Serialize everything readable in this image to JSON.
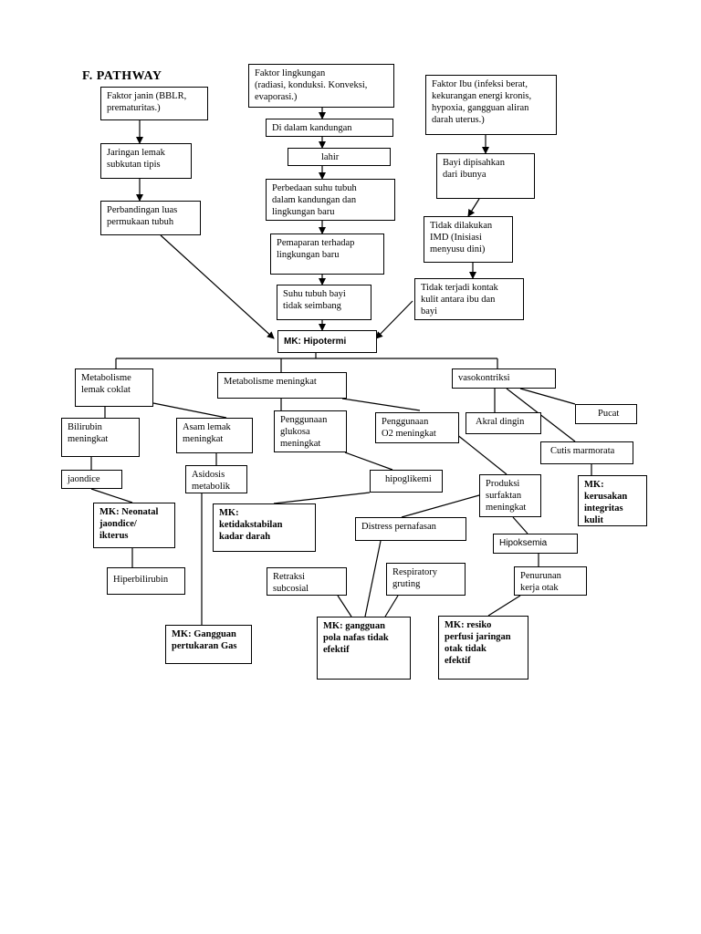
{
  "title": "F. PATHWAY",
  "nodes": {
    "faktor_janin": "Faktor janin (BBLR,\nprematuritas.)",
    "faktor_lingkungan": "Faktor lingkungan\n(radiasi, konduksi. Konveksi,\nevaporasi.)",
    "faktor_ibu": "Faktor Ibu (infeksi berat,\nkekurangan energi kronis,\nhypoxia, gangguan aliran\ndarah uterus.)",
    "jaringan_lemak": "Jaringan lemak\nsubkutan tipis",
    "di_dalam_kandungan": "Di dalam kandungan",
    "lahir": "lahir",
    "bayi_dipisahkan": "Bayi dipisahkan\ndari ibunya",
    "perbandingan_luas": "Perbandingan luas\npermukaan tubuh",
    "perbedaan_suhu": "Perbedaan suhu tubuh\ndalam kandungan dan\nlingkungan baru",
    "tidak_imd": "Tidak dilakukan\nIMD (Inisiasi\nmenyusu dini)",
    "pemaparan": "Pemaparan terhadap\nlingkungan baru",
    "tidak_kontak": "Tidak terjadi kontak\nkulit antara ibu dan\nbayi",
    "suhu_tidak_seimbang": "Suhu tubuh bayi\ntidak seimbang",
    "mk_hipotermi": "MK: Hipotermi",
    "metabolisme_lemak": "Metabolisme\nlemak coklat",
    "metabolisme_meningkat": "Metabolisme meningkat",
    "vasokontriksi": "vasokontriksi",
    "bilirubin": "Bilirubin\nmeningkat",
    "asam_lemak": "Asam lemak\nmeningkat",
    "penggunaan_glukosa": "Penggunaan\nglukosa\nmeningkat",
    "penggunaan_o2": "Penggunaan\nO2 meningkat",
    "akral_dingin": "Akral dingin",
    "pucat": "Pucat",
    "cutis": "Cutis marmorata",
    "jaondice": "jaondice",
    "asidosis": "Asidosis\nmetabolik",
    "hipoglikemi": "hipoglikemi",
    "produksi_surfaktan": "Produksi\nsurfaktan\nmeningkat",
    "mk_kerusakan": "MK:\nkerusakan\nintegritas\nkulit",
    "mk_neonatal": "MK: Neonatal\njaondice/\nikterus",
    "mk_ketidakstabilan": "MK:\nketidakstabilan\nkadar darah",
    "distress": "Distress pernafasan",
    "hipoksemia": "Hipoksemia",
    "hiperbilirubin": "Hiperbilirubin",
    "retraksi": "Retraksi\nsubcosial",
    "respiratory": "Respiratory\ngruting",
    "penurunan": "Penurunan\nkerja otak",
    "mk_gangguan_gas": "MK: Gangguan\npertukaran Gas",
    "mk_pola_nafas": "MK: gangguan\npola nafas tidak\nefektif",
    "mk_perfusi": "MK: resiko\nperfusi jaringan\notak tidak\nefektif"
  }
}
